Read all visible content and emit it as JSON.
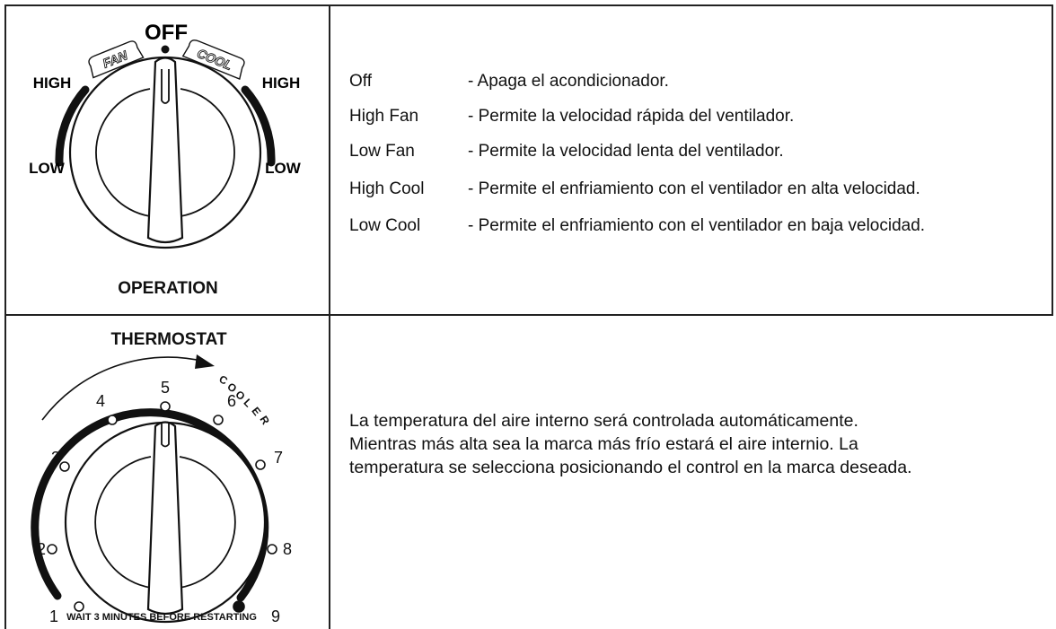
{
  "operation": {
    "title": "OPERATION",
    "dial_labels": {
      "off": "OFF",
      "fan": "FAN",
      "cool": "COOL",
      "high_left": "HIGH",
      "high_right": "HIGH",
      "low_left": "LOW",
      "low_right": "LOW"
    },
    "modes": [
      {
        "name": "Off",
        "desc": "- Apaga el acondicionador."
      },
      {
        "name": "High Fan",
        "desc": "- Permite la velocidad rápida del ventilador."
      },
      {
        "name": "Low Fan",
        "desc": "- Permite la velocidad lenta del ventilador."
      },
      {
        "name": "High Cool",
        "desc": "- Permite el enfriamiento con el ventilador en alta velocidad."
      },
      {
        "name": "Low Cool",
        "desc": "- Permite el enfriamiento con el ventilador en baja velocidad."
      }
    ]
  },
  "thermostat": {
    "title": "THERMOSTAT",
    "cooler_label": "COOLER",
    "marks": [
      "1",
      "2",
      "3",
      "4",
      "5",
      "6",
      "7",
      "8",
      "9"
    ],
    "warning": "WAIT 3 MINUTES BEFORE RESTARTING",
    "description_lines": [
      "La temperatura del aire interno será controlada automáticamente.",
      "Mientras más alta sea la marca más frío estará el aire internio. La",
      "temperatura se selecciona posicionando el control en la marca deseada."
    ]
  },
  "colors": {
    "ink": "#111111",
    "border": "#222222",
    "background": "#ffffff"
  }
}
